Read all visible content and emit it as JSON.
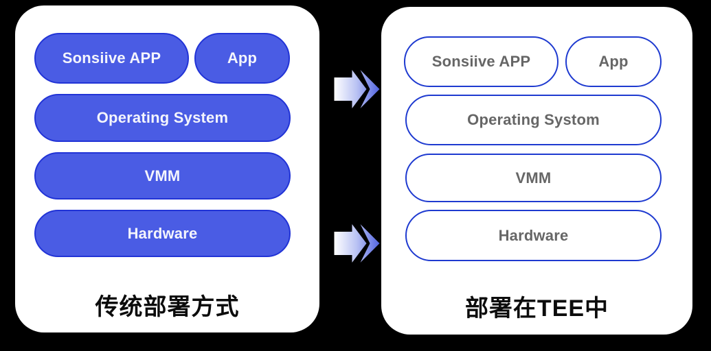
{
  "diagram": {
    "left_panel": {
      "caption": "传统部署方式",
      "layers": {
        "app_main": "Sonsiive APP",
        "app_side": "App",
        "os": "Operating System",
        "vmm": "VMM",
        "hardware": "Hardware"
      }
    },
    "right_panel": {
      "caption": "部署在TEE中",
      "layers": {
        "app_main": "Sonsiive APP",
        "app_side": "App",
        "os": "Operating Systom",
        "vmm": "VMM",
        "hardware": "Hardware"
      }
    },
    "arrows": {
      "top_icon": "double-right-arrow",
      "bottom_icon": "double-right-arrow"
    },
    "colors": {
      "background": "#000000",
      "panel_bg": "#ffffff",
      "filled_pill_bg": "#4a5ce4",
      "filled_pill_border": "#2133d6",
      "filled_pill_text": "#f4f5fc",
      "outline_pill_bg": "#ffffff",
      "outline_pill_border": "#1e3ad0",
      "outline_pill_text": "#666666",
      "caption_text": "#0c0c0c",
      "arrow_gradient_start": "#ffffff",
      "arrow_gradient_mid": "#b9c2f3",
      "arrow_gradient_end": "#5163e0"
    }
  }
}
